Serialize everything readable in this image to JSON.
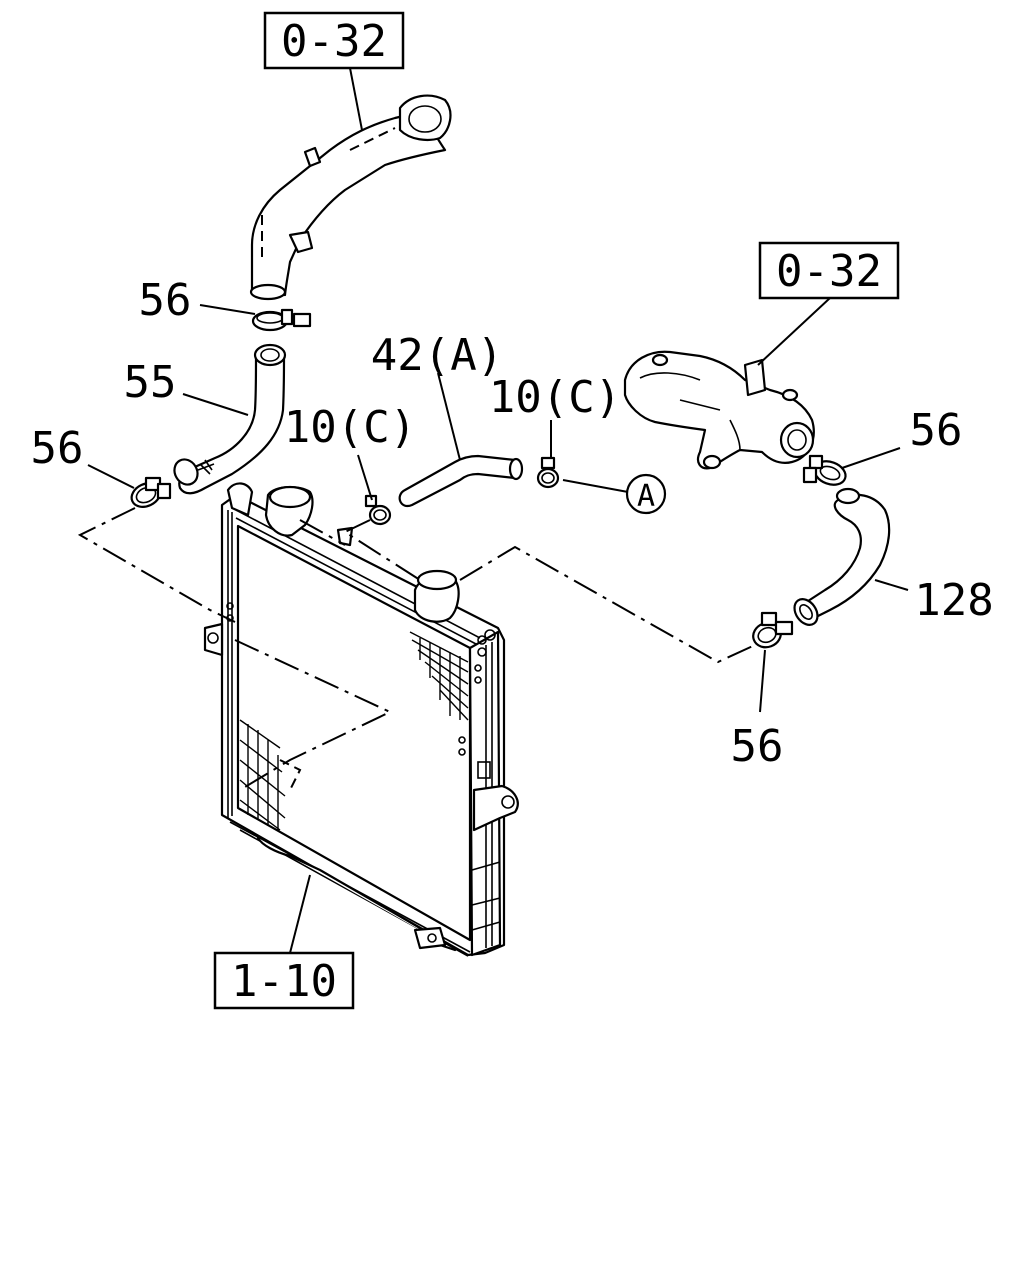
{
  "diagram": {
    "ref_boxes": [
      {
        "id": "top-ref",
        "text": "0-32"
      },
      {
        "id": "right-ref",
        "text": "0-32"
      },
      {
        "id": "bottom-ref",
        "text": "1-10"
      }
    ],
    "callouts": [
      {
        "id": "clamp-56-upper",
        "text": "56"
      },
      {
        "id": "hose-55",
        "text": "55"
      },
      {
        "id": "clamp-56-left",
        "text": "56"
      },
      {
        "id": "hose-42a",
        "text": "42(A)"
      },
      {
        "id": "clip-10c-left",
        "text": "10(C)"
      },
      {
        "id": "clip-10c-right",
        "text": "10(C)"
      },
      {
        "id": "clamp-56-right",
        "text": "56"
      },
      {
        "id": "hose-128",
        "text": "128"
      },
      {
        "id": "clamp-56-lower",
        "text": "56"
      }
    ],
    "circle_marker": "A"
  }
}
